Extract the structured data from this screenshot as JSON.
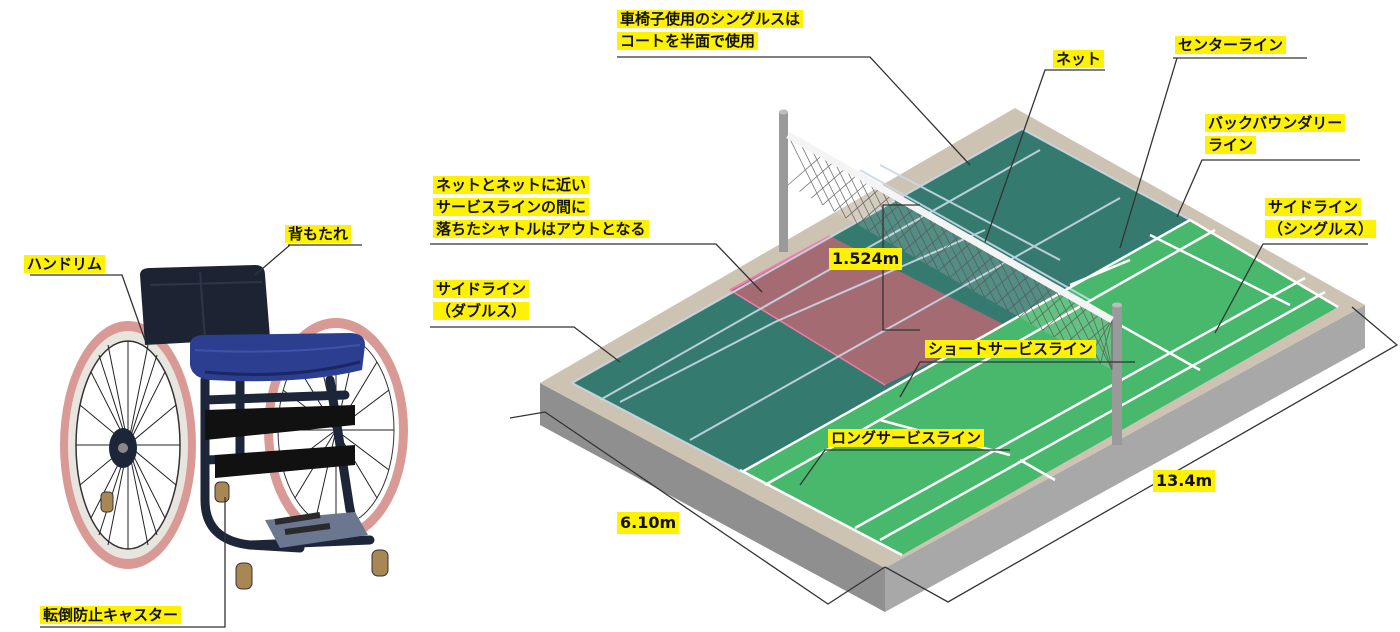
{
  "labels": {
    "handrim": "ハンドリム",
    "backrest": "背もたれ",
    "anti_tip_caster": "転倒防止キャスター",
    "singles_half_court": [
      "車椅子使用のシングルスは",
      "コートを半面で使用"
    ],
    "net": "ネット",
    "center_line": "センターライン",
    "back_boundary_line": [
      "バックバウンダリー",
      "ライン"
    ],
    "near_net_fault": [
      "ネットとネットに近い",
      "サービスラインの間に",
      "落ちたシャトルはアウトとなる"
    ],
    "side_line_singles": [
      "サイドライン",
      "（シングルス）"
    ],
    "side_line_doubles": [
      "サイドライン",
      "（ダブルス）"
    ],
    "short_service_line": "ショートサービスライン",
    "long_service_line": "ロングサービスライン"
  },
  "dimensions": {
    "net_height": "1.524m",
    "court_width": "6.10m",
    "court_length": "13.4m"
  },
  "colors": {
    "label_bg": "#fff200",
    "court_dark": "#357a6e",
    "court_light": "#48b86c",
    "fault_zone": "#a56b73",
    "border_beige": "#cdc3b2",
    "base_gray": "#9a9a9a",
    "tire_pink": "#d99a96",
    "seat_blue": "#2c3e8f",
    "frame_navy": "#1d2639"
  }
}
